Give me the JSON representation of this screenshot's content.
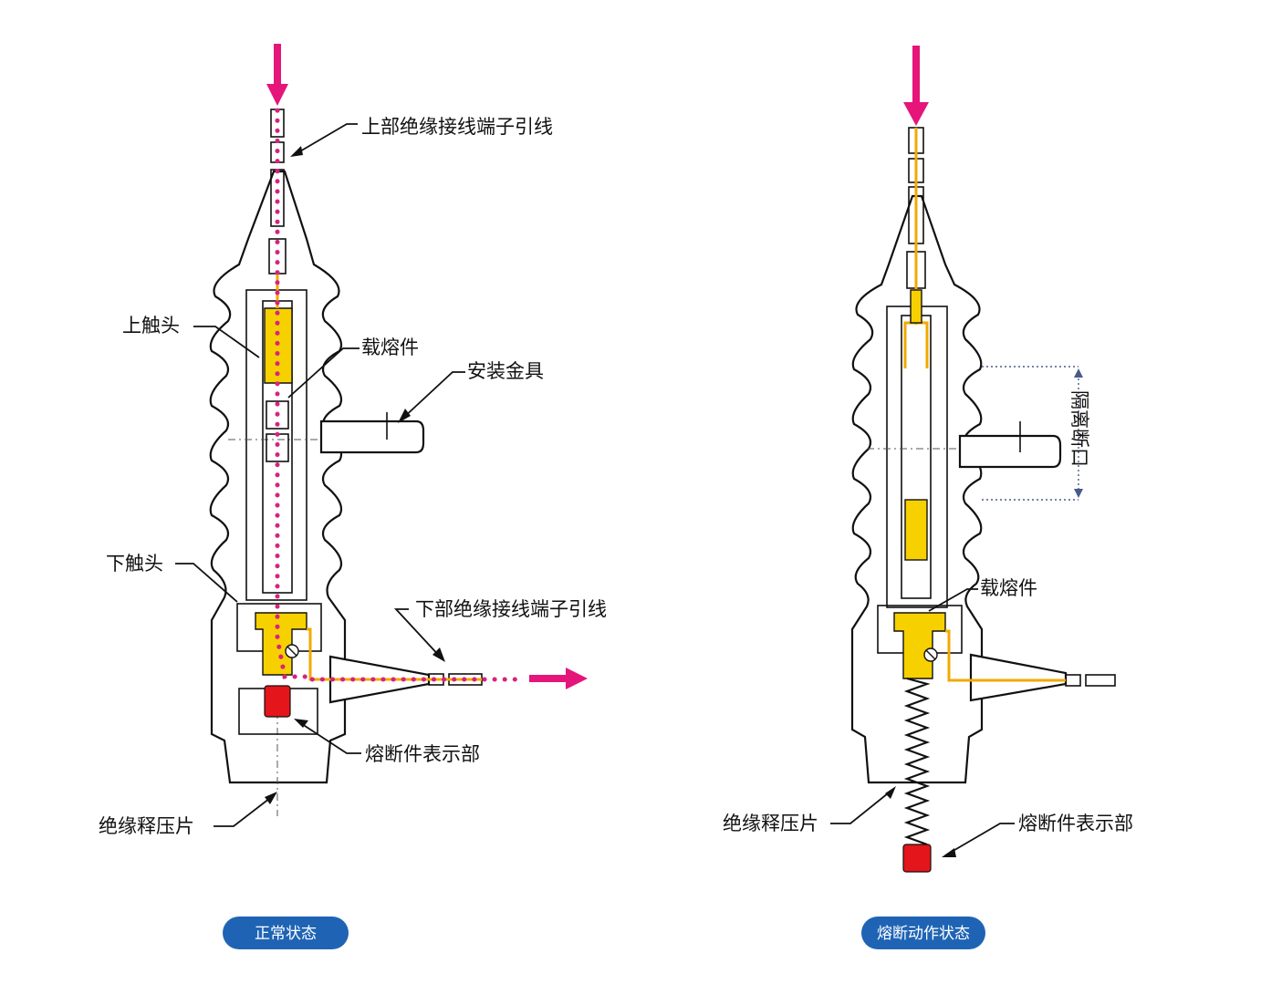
{
  "left": {
    "status": "正常状态",
    "labels": {
      "upper_lead": "上部绝缘接线端子引线",
      "upper_contact": "上触头",
      "fuse_carrier": "载熔件",
      "mount": "安装金具",
      "lower_contact": "下触头",
      "lower_lead": "下部绝缘接线端子引线",
      "indicator": "熔断件表示部",
      "relief": "绝缘释压片"
    }
  },
  "right": {
    "status": "熔断动作状态",
    "labels": {
      "isolation_gap": "隔离断口",
      "fuse_carrier": "载熔件",
      "relief": "绝缘释压片",
      "indicator": "熔断件表示部"
    }
  },
  "colors": {
    "badge": "#1f64b4",
    "current_path": "#d6237d",
    "contact": "#f7d000",
    "indicator": "#e4151b"
  }
}
